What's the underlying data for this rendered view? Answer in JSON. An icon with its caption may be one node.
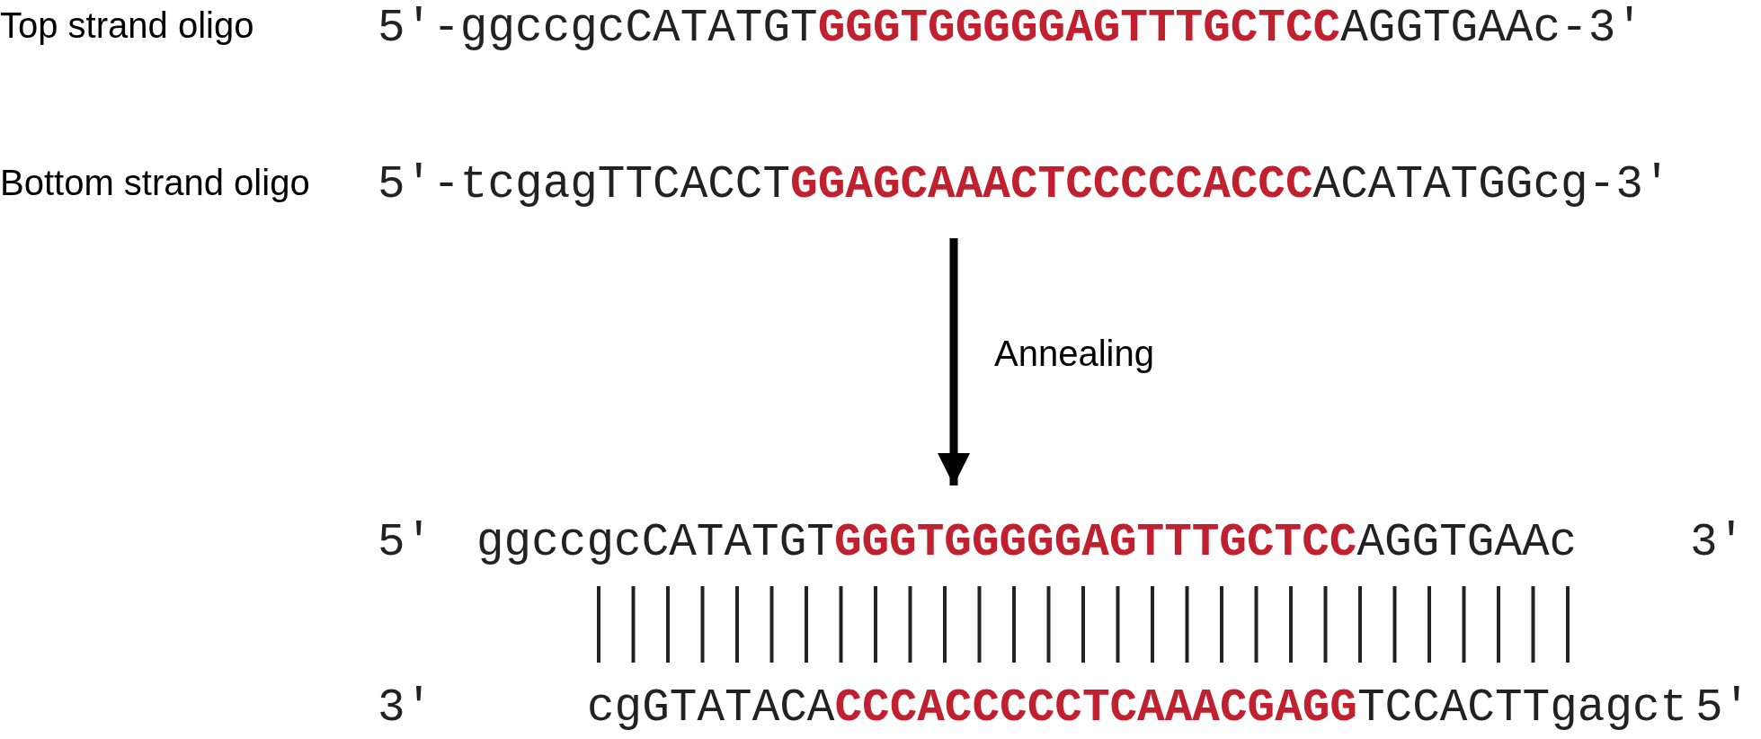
{
  "diagram": {
    "nodes": [
      {
        "text": [
          "Bottom strand oligo",
          "5′-tcgagTTCACCT**GGAGCAAACTCCCCCACCC**ACATATGGcg-3′"
        ]
      },
      {
        "text": [
          "5′",
          "ggccgcCATATGT**GGGTGGGGGAGTTTGCTCC**AGGTGAAc",
          "3′",
          "3′",
          "cgGTATACA**CCCACCCCCTCAAACGAGG**TCCACTTgagct",
          "5′"
        ]
      }
    ],
    "edges": [
      {
        "from": 0,
        "to": 1,
        "arrow": "to",
        "label": "Annealing"
      }
    ],
    "labels": [
      "Top strand oligo",
      "5′-ggccgcCATATGT**GGGTGGGGGAGTTTGCTCC**AGGTGAAc-3′"
    ]
  }
}
